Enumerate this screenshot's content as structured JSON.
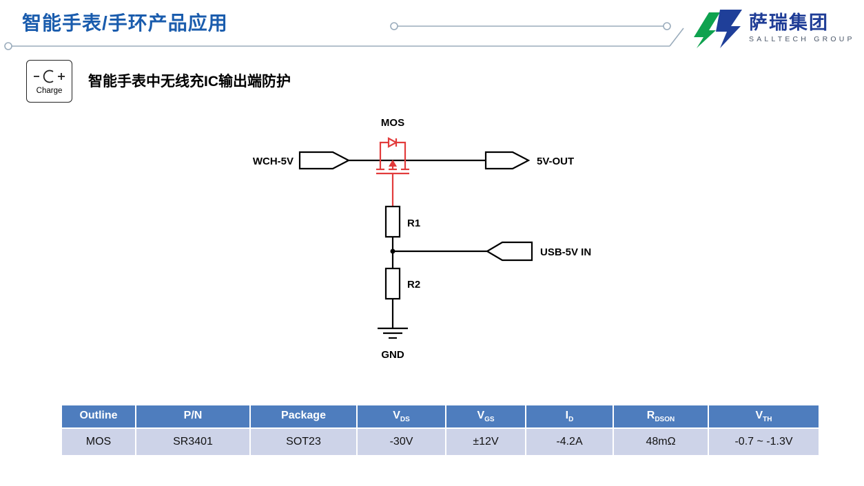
{
  "page": {
    "title": "智能手表/手环产品应用"
  },
  "logo": {
    "name_cn": "萨瑞集团",
    "name_en": "SALLTECH GROUP"
  },
  "section": {
    "icon_label": "Charge",
    "subtitle": "智能手表中无线充IC输出端防护"
  },
  "circuit": {
    "mos_label": "MOS",
    "input_port": "WCH-5V",
    "output_port": "5V-OUT",
    "sense_port": "USB-5V IN",
    "r1_label": "R1",
    "r2_label": "R2",
    "gnd_label": "GND"
  },
  "table": {
    "headers": [
      {
        "main": "Outline",
        "sub": ""
      },
      {
        "main": "P/N",
        "sub": ""
      },
      {
        "main": "Package",
        "sub": ""
      },
      {
        "main": "V",
        "sub": "DS"
      },
      {
        "main": "V",
        "sub": "GS"
      },
      {
        "main": "I",
        "sub": "D"
      },
      {
        "main": "R",
        "sub": "DSON"
      },
      {
        "main": "V",
        "sub": "TH"
      }
    ],
    "row": [
      "MOS",
      "SR3401",
      "SOT23",
      "-30V",
      "±12V",
      "-4.2A",
      "48mΩ",
      "-0.7 ~ -1.3V"
    ]
  },
  "colors": {
    "title_blue": "#1a5cad",
    "table_header_bg": "#4e7dbe",
    "table_row_bg": "#cdd3e8",
    "mos_red": "#e23b3b",
    "logo_green": "#0fa24f",
    "logo_blue": "#1f3f99",
    "line_gray": "#9aacbc"
  }
}
